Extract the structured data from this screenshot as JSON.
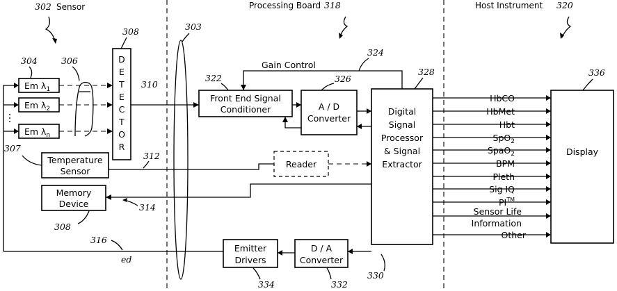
{
  "sections": {
    "sensor": {
      "ref": "302",
      "title": "Sensor"
    },
    "board": {
      "title": "Processing Board",
      "ref": "318"
    },
    "host": {
      "title": "Host Instrument",
      "ref": "320"
    }
  },
  "emitters": [
    {
      "label": "Em λ",
      "sub": "1"
    },
    {
      "label": "Em λ",
      "sub": "2"
    },
    {
      "label": "Em λ",
      "sub": "n"
    }
  ],
  "detector": {
    "letters": [
      "D",
      "E",
      "T",
      "E",
      "C",
      "T",
      "O",
      "R"
    ]
  },
  "temperature_sensor": {
    "line1": "Temperature",
    "line2": "Sensor"
  },
  "memory_device": {
    "line1": "Memory",
    "line2": "Device"
  },
  "front_end": {
    "line1": "Front End Signal",
    "line2": "Conditioner"
  },
  "ad_converter": {
    "line1": "A / D",
    "line2": "Converter"
  },
  "dsp": {
    "lines": [
      "Digital",
      "Signal",
      "Processor",
      "& Signal",
      "Extractor"
    ]
  },
  "reader": {
    "label": "Reader"
  },
  "emitter_drivers": {
    "line1": "Emitter",
    "line2": "Drivers"
  },
  "da_converter": {
    "line1": "D / A",
    "line2": "Converter"
  },
  "display": {
    "label": "Display"
  },
  "gain_control": {
    "label": "Gain Control"
  },
  "outputs": [
    {
      "label": "HbCO"
    },
    {
      "label": "HbMet"
    },
    {
      "label": "Hbt"
    },
    {
      "label": "SpO",
      "sub": "2"
    },
    {
      "label": "SpaO",
      "sub": "2"
    },
    {
      "label": "BPM"
    },
    {
      "label": "Pleth"
    },
    {
      "label": "Sig IQ"
    },
    {
      "label": "PI",
      "sup": "TM"
    },
    {
      "label": "Sensor Life",
      "line2": "Information"
    },
    {
      "label": "Other"
    }
  ],
  "refs": {
    "r303": "303",
    "r304": "304",
    "r306": "306",
    "r307": "307",
    "r308a": "308",
    "r308b": "308",
    "r310": "310",
    "r312": "312",
    "r314": "314",
    "r316": "316",
    "r322": "322",
    "r324": "324",
    "r326": "326",
    "r328": "328",
    "r330": "330",
    "r332": "332",
    "r334": "334",
    "r336": "336",
    "ed": "ed"
  }
}
